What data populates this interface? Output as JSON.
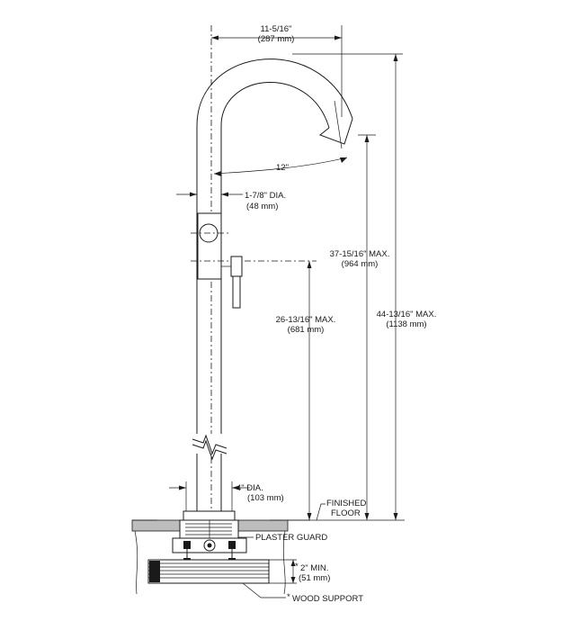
{
  "dimensions": {
    "spout_reach": {
      "imperial": "11-5/16\"",
      "metric": "(287 mm)"
    },
    "spout_radius": {
      "imperial": "12\""
    },
    "pipe_diameter": {
      "imperial": "1-7/8\" DIA.",
      "metric": "(48 mm)"
    },
    "spout_height": {
      "imperial": "37-15/16\" MAX.",
      "metric": "(964 mm)"
    },
    "overall_height": {
      "imperial": "44-13/16\" MAX.",
      "metric": "(1138 mm)"
    },
    "handle_height": {
      "imperial": "26-13/16\" MAX.",
      "metric": "(681 mm)"
    },
    "base_diameter": {
      "imperial": "4\" DIA.",
      "metric": "(103 mm)"
    },
    "support_depth": {
      "imperial": "2\" MIN.",
      "metric": "(51 mm)"
    }
  },
  "labels": {
    "finished_floor_line1": "FINISHED",
    "finished_floor_line2": "FLOOR",
    "plaster_guard": "PLASTER GUARD",
    "wood_support": "WOOD SUPPORT",
    "asterisk": "*"
  },
  "colors": {
    "line": "#1a1a1a",
    "floor_fill": "#bdbdbd",
    "background": "#ffffff"
  }
}
